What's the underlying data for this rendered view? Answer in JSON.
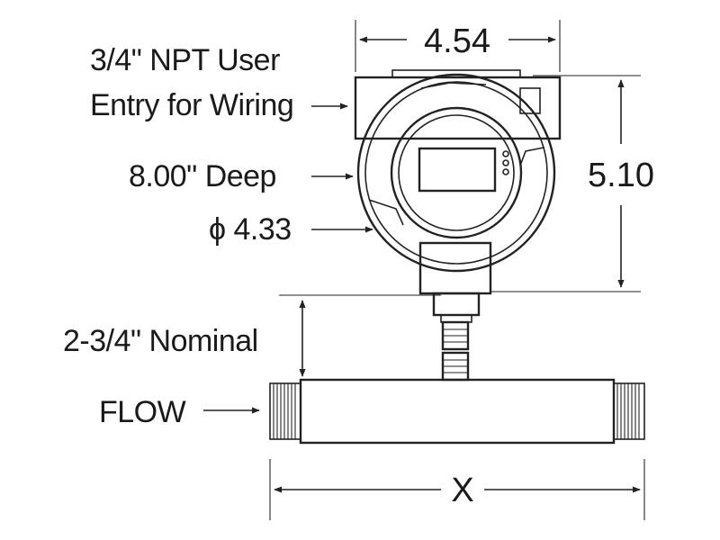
{
  "labels": {
    "wiring_line1": "3/4\" NPT User",
    "wiring_line2": "Entry for Wiring",
    "depth": "8.00\" Deep",
    "diameter": "ϕ 4.33",
    "nominal": "2-3/4\" Nominal",
    "flow": "FLOW"
  },
  "dimensions": {
    "width": "4.54",
    "height": "5.10",
    "length": "X"
  },
  "colors": {
    "line": "#222222",
    "text": "#1a1a1a",
    "background": "#ffffff"
  }
}
